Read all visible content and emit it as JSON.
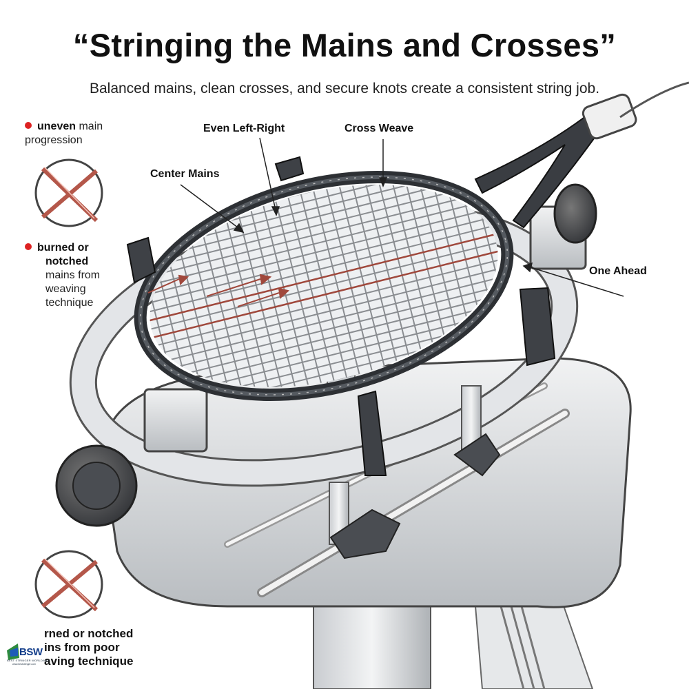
{
  "title": "“Stringing the Mains and Crosses”",
  "subtitle": "Balanced mains, clean crosses, and secure knots create a consistent string job.",
  "callouts": {
    "even_left_right": "Even Left-Right",
    "cross_weave": "Cross Weave",
    "center_mains": "Center Mains",
    "one_ahead": "One Ahead"
  },
  "notes": {
    "uneven_bold": "uneven",
    "uneven_rest": " main",
    "uneven_line2": "progression",
    "burned_line1": "burned or",
    "burned_line2": "notched",
    "burned_line3": "mains from",
    "burned_line4": "weaving",
    "burned_line5": "technique",
    "bottom_line1": "rned or notched",
    "bottom_line2": "ins from poor",
    "bottom_line3": "aving technique"
  },
  "logo": {
    "text": "BSW",
    "subtext": "BEST STRINGER WORLDWIDE",
    "url": "www.beststringer.com"
  },
  "colors": {
    "frame": "#3a3d42",
    "string": "#8a8d91",
    "main_highlight": "#a0483c",
    "machine": "#d7dadd",
    "bullet": "#d22222"
  }
}
